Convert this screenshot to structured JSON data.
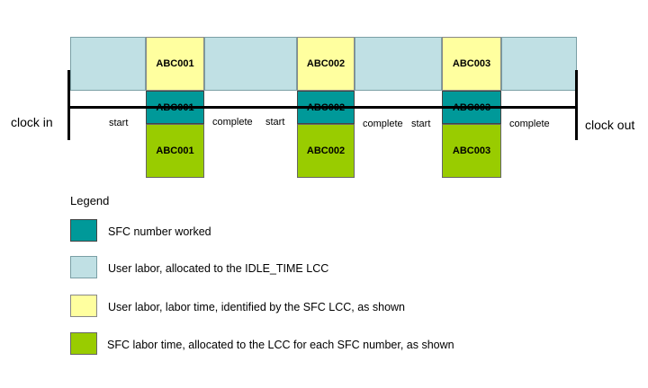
{
  "timeline": {
    "clock_in": "clock in",
    "clock_out": "clock out",
    "start": "start",
    "complete": "complete",
    "sfcs": [
      "ABC001",
      "ABC002",
      "ABC003"
    ]
  },
  "legend": {
    "title": "Legend",
    "items": [
      {
        "color": "#009999",
        "text": "SFC number worked"
      },
      {
        "color": "#c0e0e4",
        "text": "User labor, allocated to the IDLE_TIME LCC"
      },
      {
        "color": "#ffff9f",
        "text": "User labor, labor time, identified by the SFC LCC, as shown"
      },
      {
        "color": "#99cc00",
        "text": "SFC labor time, allocated to the LCC for each SFC number, as shown"
      }
    ]
  }
}
